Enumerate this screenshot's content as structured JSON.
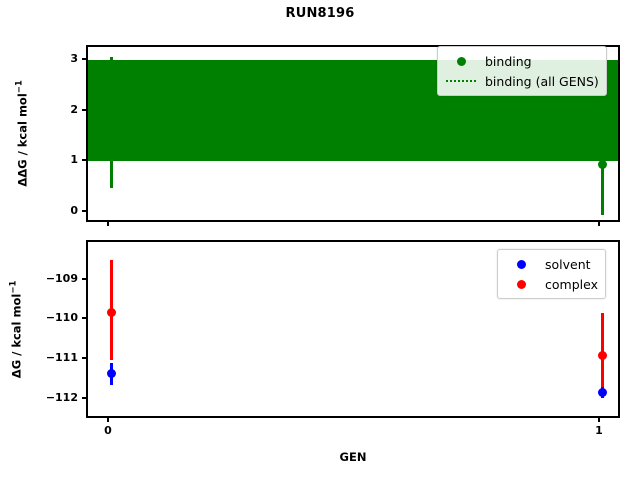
{
  "figure": {
    "title": "RUN8196",
    "xlabel": "GEN"
  },
  "top_panel": {
    "ylabel_main": "ΔΔG / kcal mol",
    "ylabel_sup": "−1",
    "yticks": [
      "0",
      "1",
      "2",
      "3"
    ],
    "legend": [
      {
        "label": "binding",
        "key": "marker-dot",
        "color": "#008000"
      },
      {
        "label": "binding (all GENS)",
        "key": "dotted-line",
        "color": "#008000"
      }
    ]
  },
  "bottom_panel": {
    "ylabel_main": "ΔG / kcal mol",
    "ylabel_sup": "−1",
    "yticks": [
      "−109",
      "−110",
      "−111",
      "−112"
    ],
    "legend": [
      {
        "label": "solvent",
        "key": "marker-dot",
        "color": "#0000ff"
      },
      {
        "label": "complex",
        "key": "marker-dot",
        "color": "#ff0000"
      }
    ]
  },
  "xticks": [
    "0",
    "1"
  ],
  "chart_data": [
    {
      "type": "scatter",
      "panel": "top",
      "title": "RUN8196",
      "xlabel": "",
      "ylabel": "ΔΔG / kcal mol⁻¹",
      "ylim": [
        -0.15,
        3.35
      ],
      "xlim": [
        -0.05,
        1.05
      ],
      "grid": false,
      "legend_position": "upper right",
      "annotations": [
        "Horizontal green band spans full x-range = binding (all GENS) mean ± error"
      ],
      "series": [
        {
          "name": "binding",
          "color": "#008000",
          "x": [
            0,
            1
          ],
          "values": [
            1.8,
            0.95
          ],
          "yerr_low": [
            0.52,
            -0.05
          ],
          "yerr_high": [
            3.1,
            2.95
          ]
        },
        {
          "name": "binding (all GENS)",
          "color": "#008000",
          "style": "dotted-band",
          "band_center": 2.0,
          "band_low": 1.1,
          "band_high": 2.92
        }
      ]
    },
    {
      "type": "scatter",
      "panel": "bottom",
      "title": "",
      "xlabel": "GEN",
      "ylabel": "ΔG / kcal mol⁻¹",
      "ylim": [
        -112.45,
        -108.45
      ],
      "xlim": [
        -0.05,
        1.05
      ],
      "grid": false,
      "legend_position": "upper right",
      "categories": [
        "0",
        "1"
      ],
      "series": [
        {
          "name": "solvent",
          "color": "#0000ff",
          "x": [
            0,
            1
          ],
          "values": [
            -111.45,
            -111.8
          ],
          "yerr_low": [
            -111.65,
            -111.92
          ],
          "yerr_high": [
            -111.22,
            -111.7
          ]
        },
        {
          "name": "complex",
          "color": "#ff0000",
          "x": [
            0,
            1
          ],
          "values": [
            -109.67,
            -110.88
          ],
          "yerr_low": [
            -110.92,
            -111.8
          ],
          "yerr_high": [
            -108.53,
            -109.83
          ]
        }
      ]
    }
  ]
}
